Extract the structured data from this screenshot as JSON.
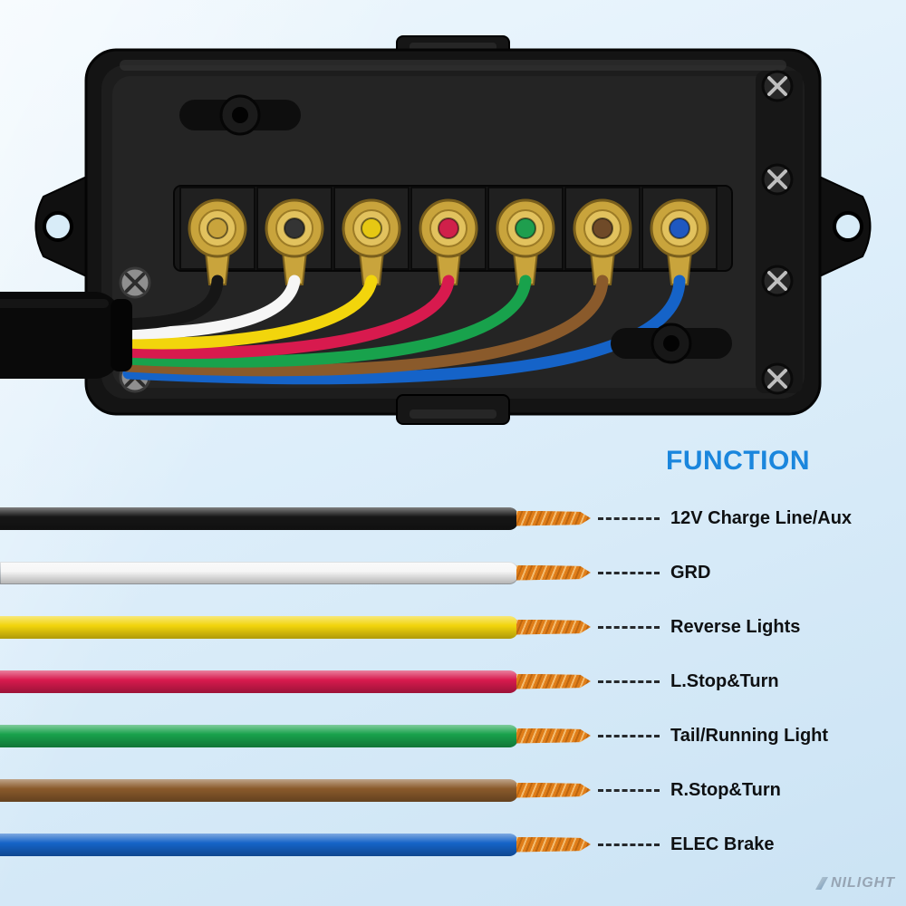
{
  "section_title": "FUNCTION",
  "accent_color": "#1a86dd",
  "wires": [
    {
      "color_name": "black",
      "color": "#161616",
      "function": "12V Charge Line/Aux"
    },
    {
      "color_name": "white",
      "color": "#f6f6f6",
      "function": "GRD"
    },
    {
      "color_name": "yellow",
      "color": "#f2d50c",
      "function": "Reverse Lights"
    },
    {
      "color_name": "red",
      "color": "#d81a4e",
      "function": "L.Stop&Turn"
    },
    {
      "color_name": "green",
      "color": "#18a24c",
      "function": "Tail/Running Light"
    },
    {
      "color_name": "brown",
      "color": "#8a5a2b",
      "function": "R.Stop&Turn"
    },
    {
      "color_name": "blue",
      "color": "#1563c8",
      "function": "ELEC Brake"
    }
  ],
  "copper_color": "#e07d18",
  "terminal_screw_colors": [
    "#c9a43c",
    "#343434",
    "#e6c813",
    "#d0204a",
    "#1f9e4e",
    "#6f4a28",
    "#1f58c0"
  ],
  "brand": "NILIGHT"
}
